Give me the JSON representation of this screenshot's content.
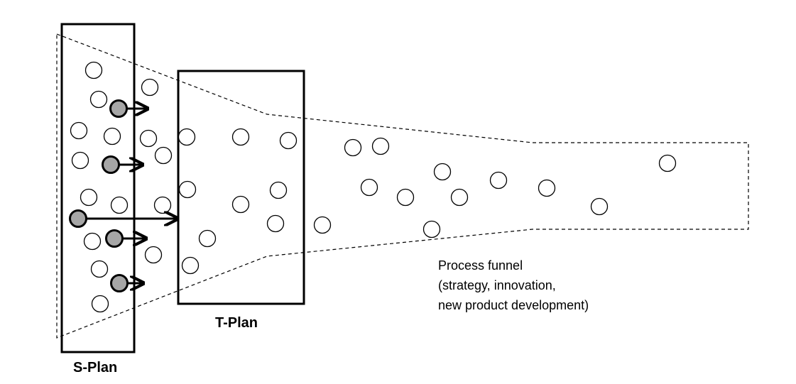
{
  "diagram": {
    "s_plan": {
      "label": "S-Plan"
    },
    "t_plan": {
      "label": "T-Plan"
    },
    "funnel": {
      "caption_lines": [
        "Process funnel",
        "(strategy, innovation,",
        "new product development)"
      ]
    },
    "colors": {
      "outline": "#000000",
      "circle_fill": "#ffffff",
      "selected_fill": "#a6a6a6"
    }
  }
}
